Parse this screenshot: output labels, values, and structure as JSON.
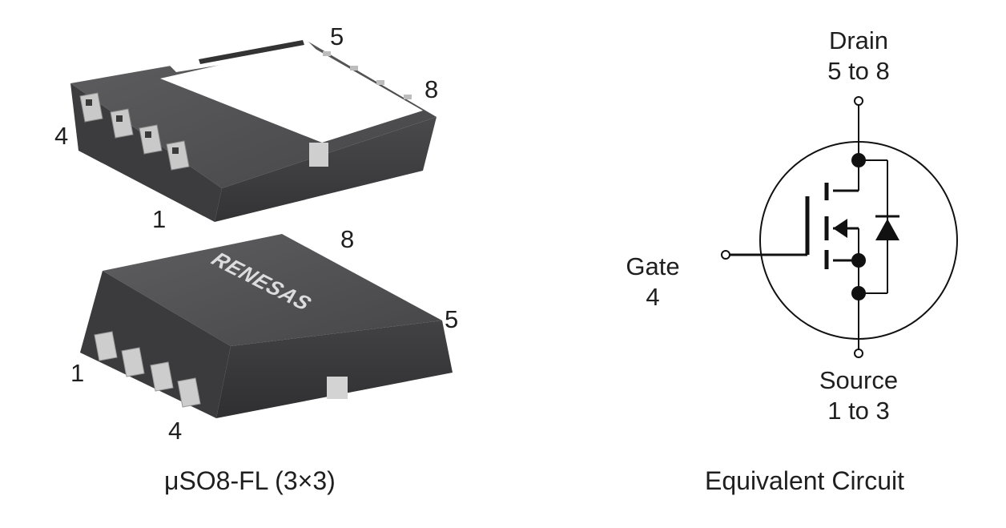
{
  "package": {
    "caption": "μSO8-FL (3×3)",
    "brand": "RENESAS",
    "top_view_pins": {
      "pin_5": "5",
      "pin_8": "8",
      "pin_4": "4",
      "pin_1": "1"
    },
    "bottom_view_pins": {
      "pin_8": "8",
      "pin_5": "5",
      "pin_1": "1",
      "pin_4": "4"
    }
  },
  "circuit": {
    "caption": "Equivalent Circuit",
    "drain": {
      "name": "Drain",
      "pins": "5 to 8"
    },
    "gate": {
      "name": "Gate",
      "pins": "4"
    },
    "source": {
      "name": "Source",
      "pins": "1 to 3"
    }
  },
  "colors": {
    "package_body": "#4d4d4f",
    "package_side": "#3a3a3c",
    "pad": "#d4d4d4",
    "line": "#111111"
  }
}
